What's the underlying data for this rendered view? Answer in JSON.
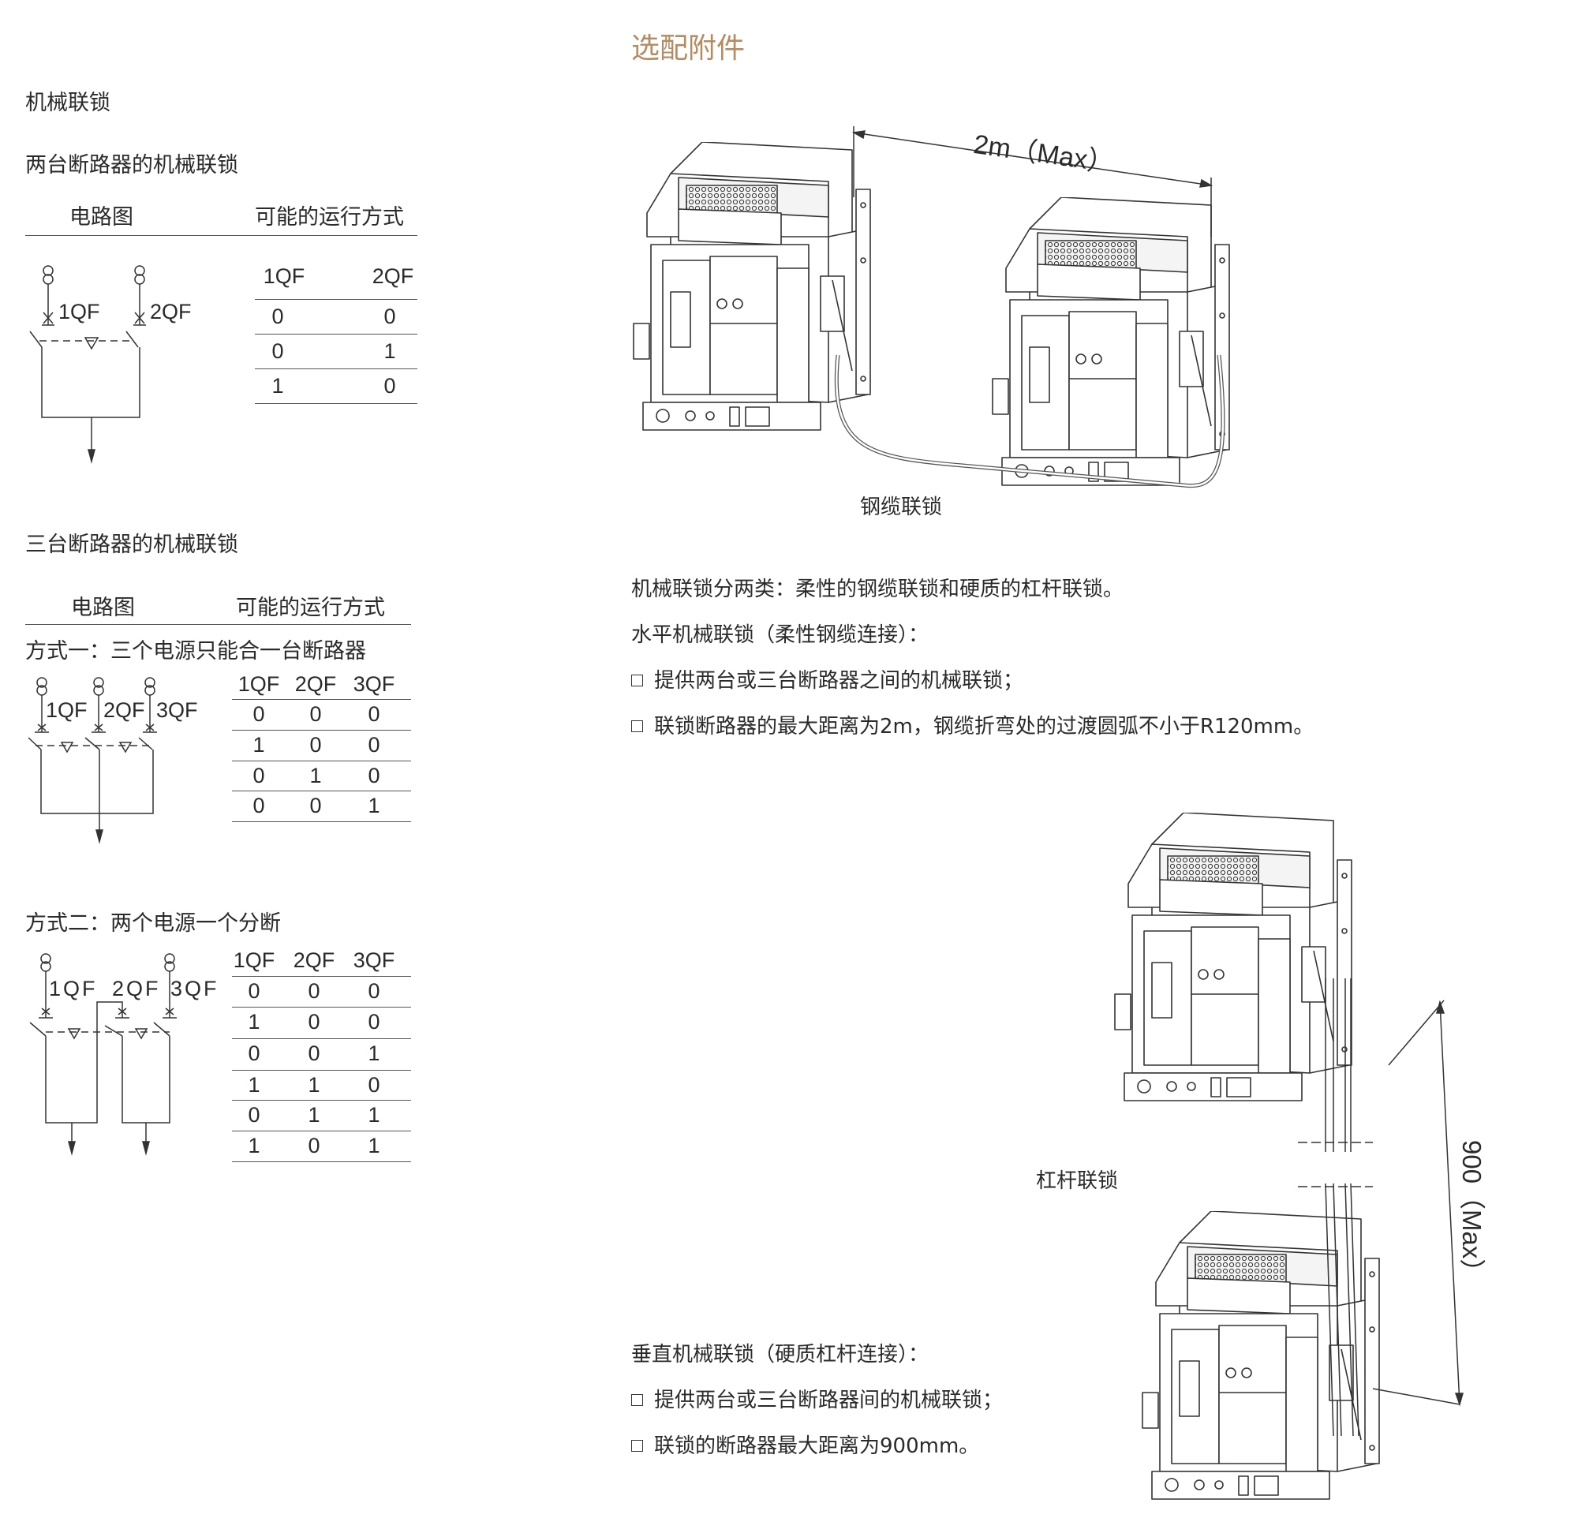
{
  "page_title": "选配附件",
  "section": "机械联锁",
  "two_breakers": {
    "heading": "两台断路器的机械联锁",
    "col_diagram": "电路图",
    "col_modes": "可能的运行方式",
    "labels": [
      "1QF",
      "2QF"
    ],
    "table": {
      "headers": [
        "1QF",
        "2QF"
      ],
      "rows": [
        [
          "0",
          "0"
        ],
        [
          "0",
          "1"
        ],
        [
          "1",
          "0"
        ]
      ]
    }
  },
  "three_breakers": {
    "heading": "三台断路器的机械联锁",
    "col_diagram": "电路图",
    "col_modes": "可能的运行方式",
    "mode1": {
      "title": "方式一：三个电源只能合一台断路器",
      "labels": [
        "1QF",
        "2QF",
        "3QF"
      ],
      "table": {
        "headers": [
          "1QF",
          "2QF",
          "3QF"
        ],
        "rows": [
          [
            "0",
            "0",
            "0"
          ],
          [
            "1",
            "0",
            "0"
          ],
          [
            "0",
            "1",
            "0"
          ],
          [
            "0",
            "0",
            "1"
          ]
        ]
      }
    },
    "mode2": {
      "title": "方式二：两个电源一个分断",
      "labels": [
        "1QF",
        "2QF",
        "3QF"
      ],
      "table": {
        "headers": [
          "1QF",
          "2QF",
          "3QF"
        ],
        "rows": [
          [
            "0",
            "0",
            "0"
          ],
          [
            "1",
            "0",
            "0"
          ],
          [
            "0",
            "0",
            "1"
          ],
          [
            "1",
            "1",
            "0"
          ],
          [
            "0",
            "1",
            "1"
          ],
          [
            "1",
            "0",
            "1"
          ]
        ]
      }
    }
  },
  "cable": {
    "dimension": "2m（Max）",
    "caption": "钢缆联锁",
    "intro": "机械联锁分两类：柔性的钢缆联锁和硬质的杠杆联锁。",
    "heading": "水平机械联锁（柔性钢缆连接）：",
    "bullets": [
      "提供两台或三台断路器之间的机械联锁；",
      "联锁断路器的最大距离为2m，钢缆折弯处的过渡圆弧不小于R120mm。"
    ]
  },
  "lever": {
    "dimension": "900（Max）",
    "caption": "杠杆联锁",
    "heading": "垂直机械联锁（硬质杠杆连接）：",
    "bullets": [
      "提供两台或三台断路器间的机械联锁；",
      "联锁的断路器最大距离为900mm。"
    ]
  },
  "colors": {
    "title": "#b48c62",
    "text": "#2a2a2a"
  }
}
